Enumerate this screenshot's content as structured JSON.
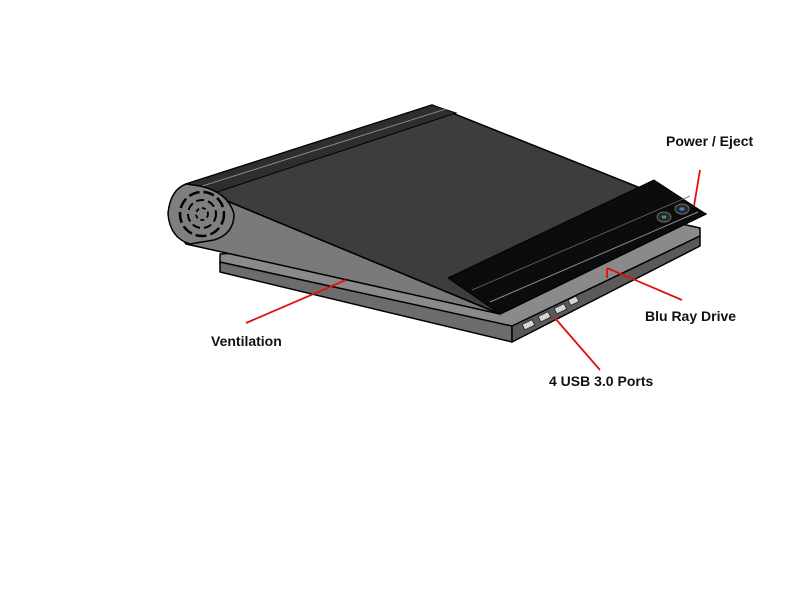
{
  "callouts": {
    "power_eject": "Power / Eject",
    "blu_ray_drive": "Blu Ray Drive",
    "usb_ports": "4 USB 3.0 Ports",
    "ventilation": "Ventilation"
  },
  "colors": {
    "leader_line": "#e01010",
    "device_top": "#3d3d3d",
    "device_side": "#7a7a7a",
    "base_top": "#8a8a8a",
    "base_front": "#5a5a5a",
    "front_strip": "#0c0c0c",
    "outline": "#000000"
  }
}
